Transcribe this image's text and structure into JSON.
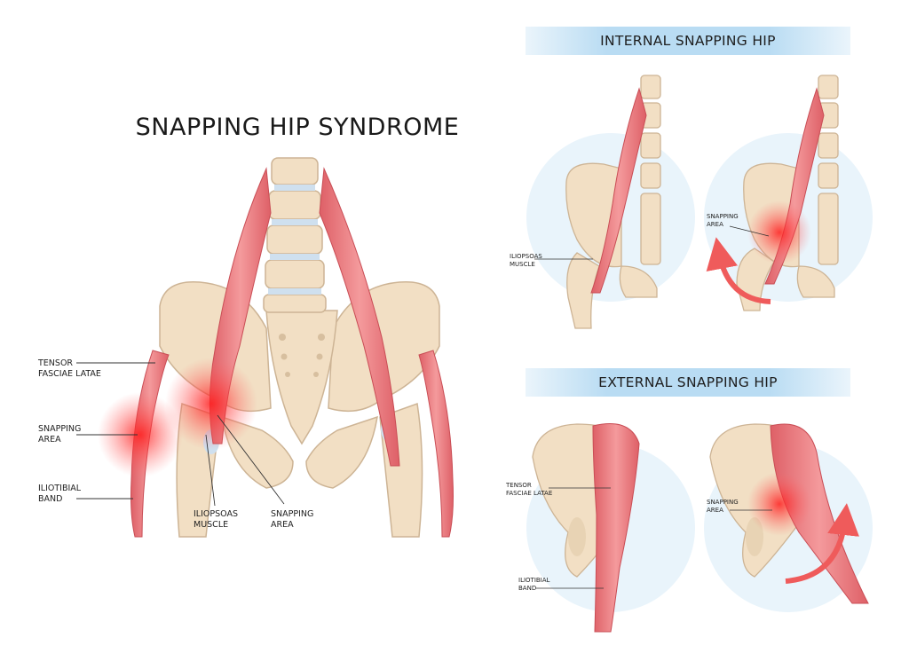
{
  "title": "SNAPPING HIP SYNDROME",
  "sections": {
    "internal": "INTERNAL SNAPPING HIP",
    "external": "EXTERNAL SNAPPING HIP"
  },
  "main_labels": {
    "tensor_fasciae_latae": "TENSOR\nFASCIAE LATAE",
    "snapping_area_left": "SNAPPING\nAREA",
    "iliotibial_band": "ILIOTIBIAL\nBAND",
    "iliopsoas_muscle": "ILIOPSOAS\nMUSCLE",
    "snapping_area_center": "SNAPPING\nAREA"
  },
  "internal_labels": {
    "iliopsoas_muscle": "ILIOPSOAS\nMUSCLE",
    "snapping_area": "SNAPPING\nAREA"
  },
  "external_labels": {
    "tensor_fasciae_latae": "TENSOR\nFASCIAE LATAE",
    "iliotibial_band": "ILIOTIBIAL\nBAND",
    "snapping_area": "SNAPPING\nAREA"
  },
  "colors": {
    "bone": "#f2dfc4",
    "bone_outline": "#cdb495",
    "muscle": "#ec7f82",
    "muscle_dark": "#d9575e",
    "snap_glow": "#ff2b2b",
    "cartilage": "#cfe0ef",
    "bg_circle": "#e9f4fb",
    "arrow": "#ef5b5b"
  }
}
